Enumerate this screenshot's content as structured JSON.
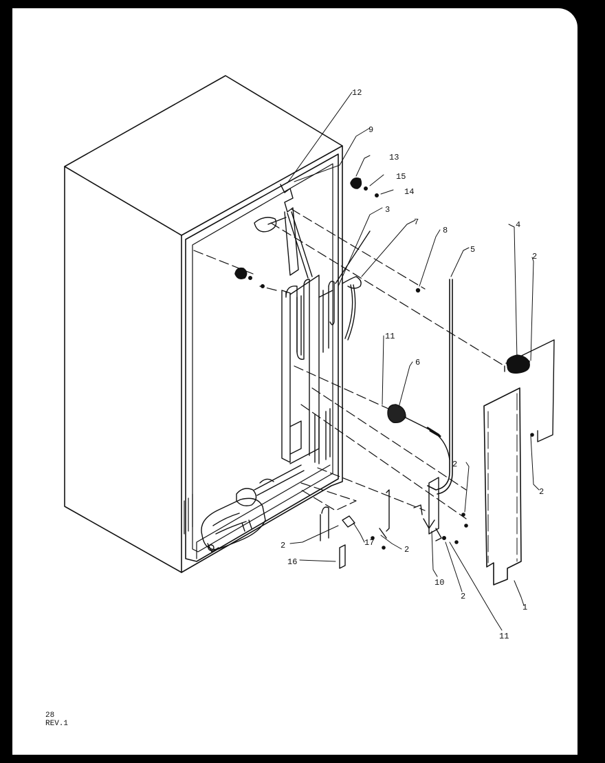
{
  "callouts": [
    "12",
    "9",
    "13",
    "15",
    "14",
    "3",
    "7",
    "8",
    "5",
    "4",
    "2",
    "11",
    "6",
    "2",
    "2",
    "2",
    "17",
    "2",
    "16",
    "10",
    "2",
    "11",
    "1"
  ],
  "footer": {
    "page": "28",
    "revision": "REV.1"
  },
  "colors": {
    "ink": "#111111",
    "paper": "#ffffff",
    "background": "#000000"
  }
}
